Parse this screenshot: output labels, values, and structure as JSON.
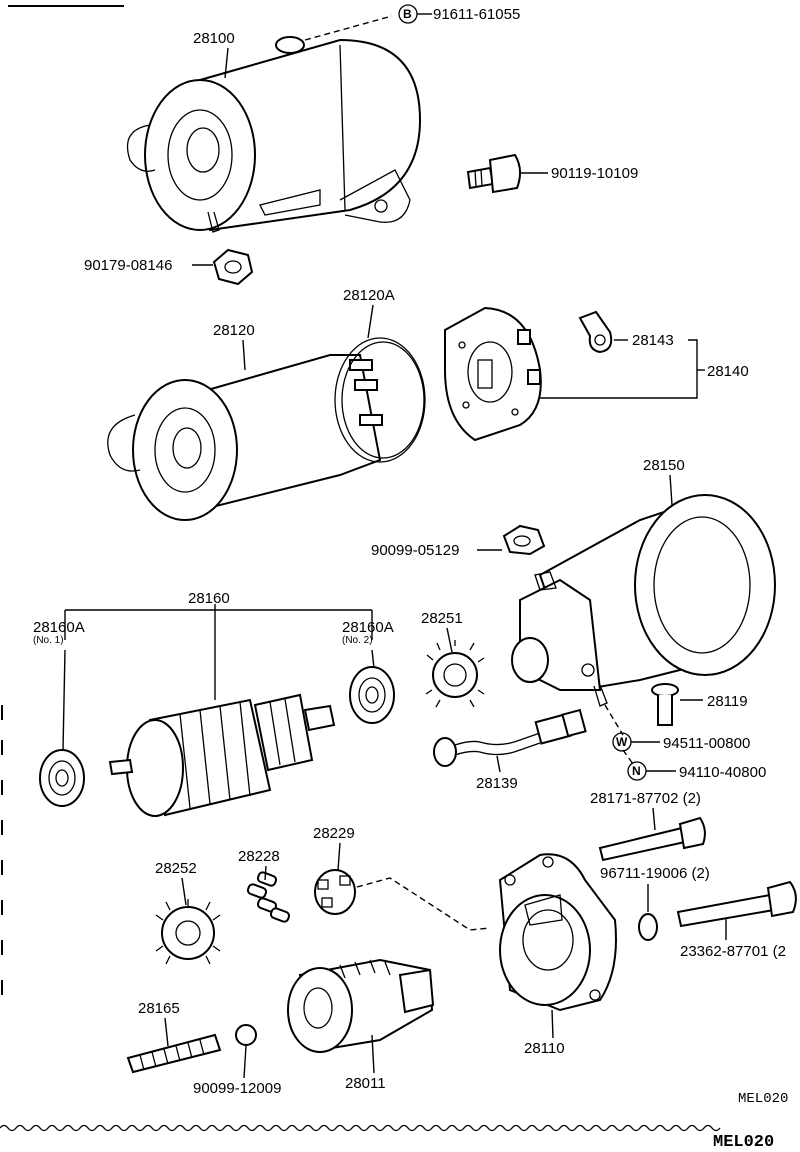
{
  "labels": {
    "p28100": "28100",
    "p91611": "91611-61055",
    "p90119": "90119-10109",
    "p90179": "90179-08146",
    "p28120A": "28120A",
    "p28120": "28120",
    "p28143": "28143",
    "p28140": "28140",
    "p28150": "28150",
    "p90099_05129": "90099-05129",
    "p28160": "28160",
    "p28160A_1": "28160A",
    "p28160A_1_sub": "(No. 1)",
    "p28160A_2": "28160A",
    "p28160A_2_sub": "(No. 2)",
    "p28251": "28251",
    "p28119": "28119",
    "p94511": "94511-00800",
    "p28139": "28139",
    "p94110": "94110-40800",
    "p28171": "28171-87702 (2)",
    "p28229": "28229",
    "p28228": "28228",
    "p28252": "28252",
    "p96711": "96711-19006 (2)",
    "p23362": "23362-87701 (2",
    "p28165": "28165",
    "p28110": "28110",
    "p90099_12009": "90099-12009",
    "p28011": "28011"
  },
  "symbols": {
    "b": "B",
    "w": "W",
    "n": "N"
  },
  "codes": {
    "small": "MEL020",
    "big": "MEL020"
  }
}
